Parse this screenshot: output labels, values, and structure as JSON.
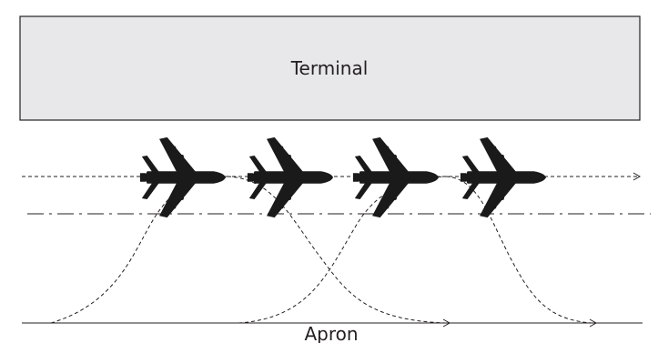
{
  "terminal": {
    "label": "Terminal",
    "fill": "#e8e8ea",
    "stroke": "#222222"
  },
  "apron": {
    "label": "Apron"
  },
  "aircraft": [
    {
      "id": "aircraft-1",
      "icon": "airplane-icon"
    },
    {
      "id": "aircraft-2",
      "icon": "airplane-icon"
    },
    {
      "id": "aircraft-3",
      "icon": "airplane-icon"
    },
    {
      "id": "aircraft-4",
      "icon": "airplane-icon"
    }
  ],
  "colors": {
    "line": "#231f20",
    "aircraft": "#1a1a1a"
  }
}
